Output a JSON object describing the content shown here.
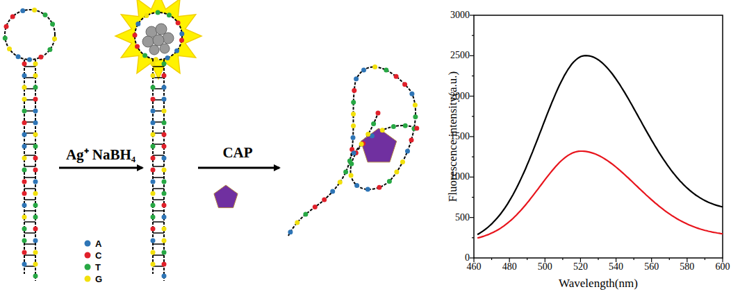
{
  "diagram": {
    "labels": [
      "Ag⁺ NaBH₄",
      "CAP",
      "Fluorescence intensity(a.u.)",
      "Wavelength(nm)",
      "0",
      "500",
      "1000",
      "1500",
      "2000",
      "2500",
      "3000",
      "460",
      "480",
      "500",
      "520",
      "540",
      "560",
      "580",
      "600"
    ],
    "legend": [
      {
        "text": "A",
        "color": "#2e75b6"
      },
      {
        "text": "C",
        "color": "#e0202a"
      },
      {
        "text": "T",
        "color": "#27a844"
      },
      {
        "text": "G",
        "color": "#f2e00c"
      }
    ]
  }
}
